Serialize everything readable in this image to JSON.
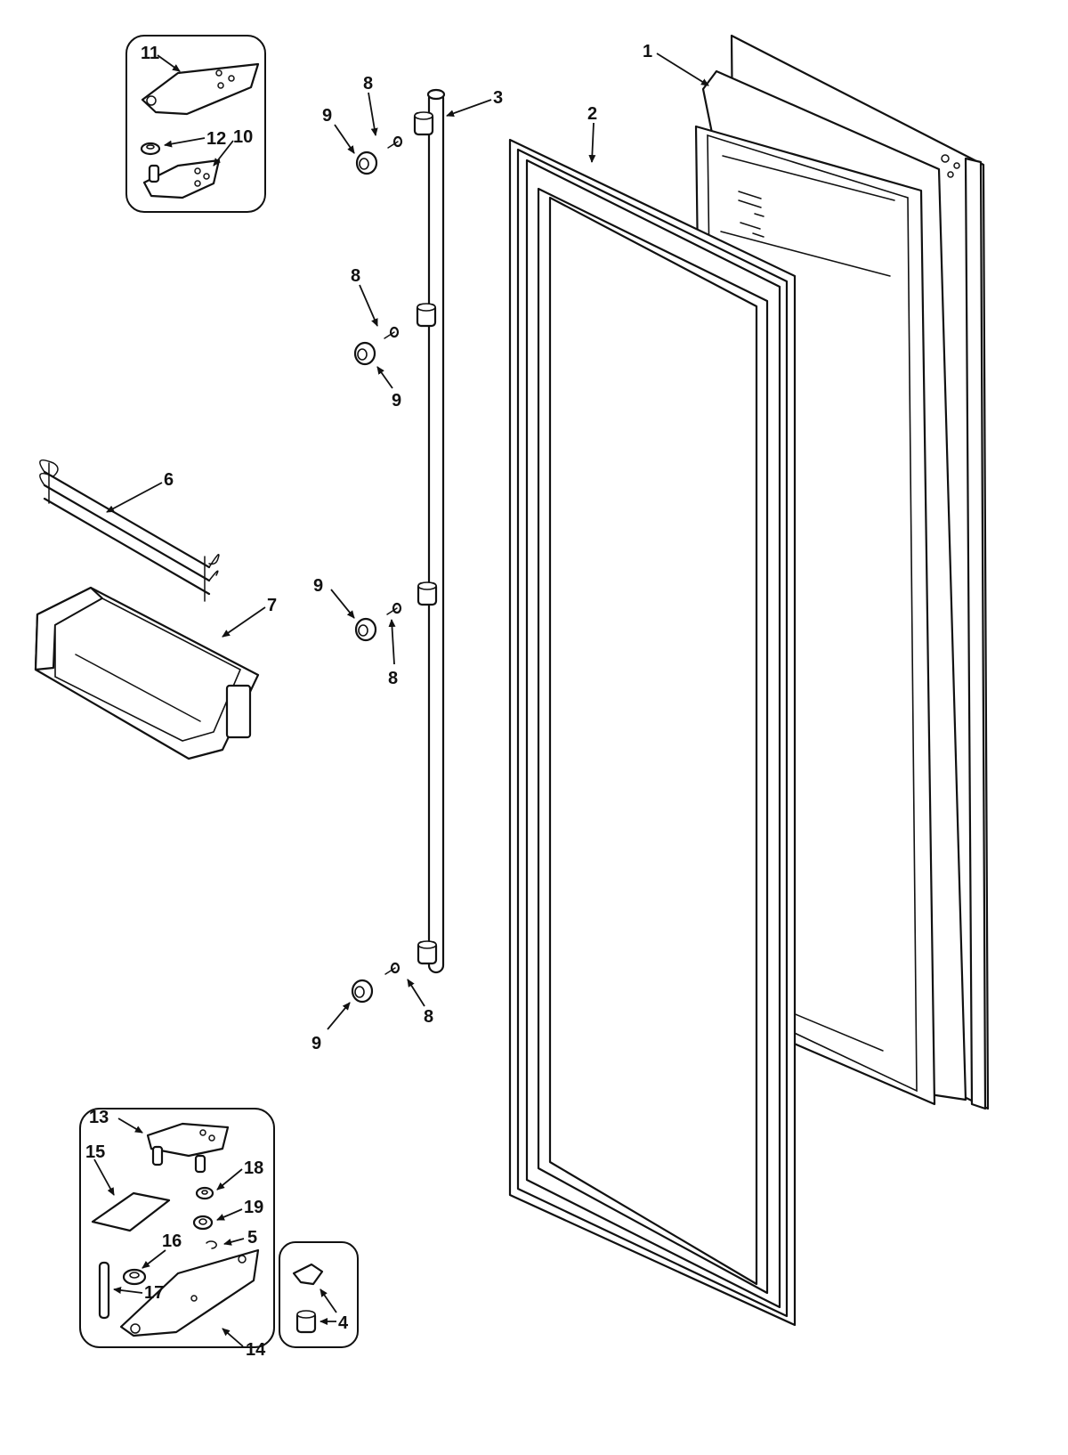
{
  "diagram": {
    "callouts": {
      "c1": "1",
      "c2": "2",
      "c3": "3",
      "c4": "4",
      "c5": "5",
      "c6": "6",
      "c7": "7",
      "c8a": "8",
      "c8b": "8",
      "c8c": "8",
      "c8d": "8",
      "c9a": "9",
      "c9b": "9",
      "c9c": "9",
      "c9d": "9",
      "c10": "10",
      "c11": "11",
      "c12": "12",
      "c13": "13",
      "c14": "14",
      "c15": "15",
      "c16": "16",
      "c17": "17",
      "c18": "18",
      "c19": "19"
    }
  }
}
